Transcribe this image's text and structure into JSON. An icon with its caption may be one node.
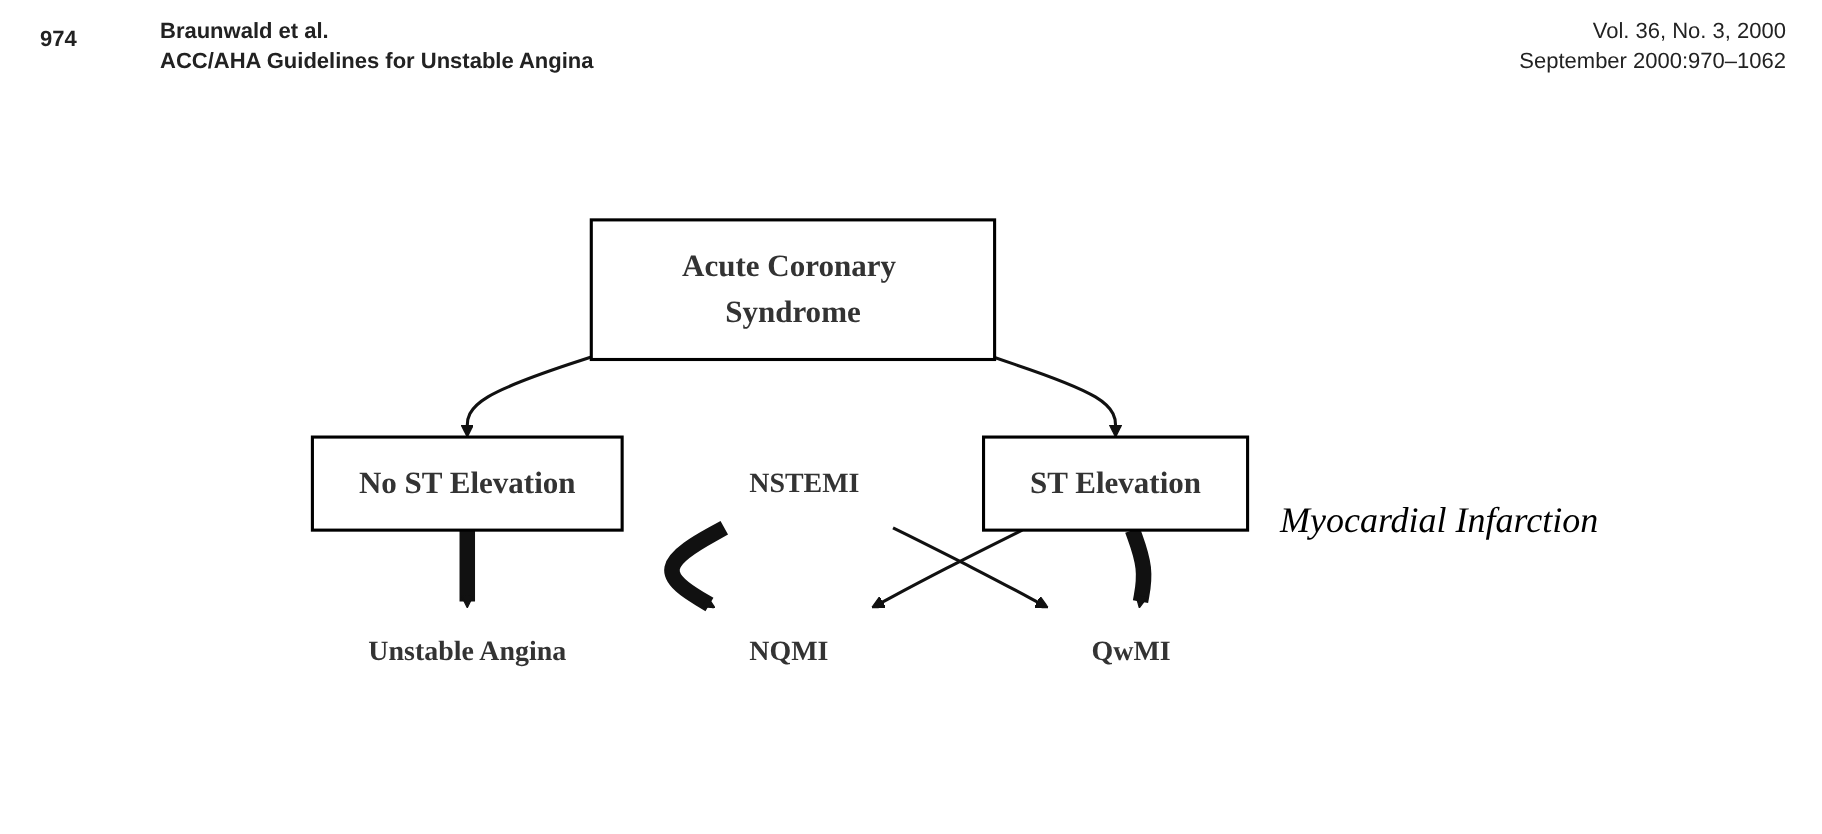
{
  "diagram": {
    "nodes": [
      {
        "text": [
          "Acute Coronary Syndrome"
        ]
      },
      {
        "text": [
          "No ST Elevation"
        ]
      },
      {
        "text": [
          "ST Elevation"
        ]
      },
      {
        "text": [
          "NSTEMI"
        ]
      },
      {
        "text": [
          "Unstable Angina"
        ]
      },
      {
        "text": [
          "NQMI"
        ]
      },
      {
        "text": [
          "QwMI"
        ]
      }
    ],
    "edges": [
      {
        "from": 0,
        "to": 1,
        "arrow": "to"
      },
      {
        "from": 0,
        "to": 2,
        "arrow": "to"
      },
      {
        "from": 1,
        "to": 4,
        "arrow": "to",
        "style": "thick"
      },
      {
        "from": 3,
        "to": 5,
        "arrow": "to",
        "style": "thick"
      },
      {
        "from": 3,
        "to": 6,
        "arrow": "to"
      },
      {
        "from": 2,
        "to": 5,
        "arrow": "to"
      },
      {
        "from": 2,
        "to": 6,
        "arrow": "to",
        "style": "thick"
      }
    ],
    "labels": [
      "974",
      "Braunwald et al.",
      "ACC/AHA Guidelines for Unstable Angina",
      "Vol. 36, No. 3, 2000",
      "September 2000:970–1062",
      "Myocardial Infarction"
    ]
  }
}
